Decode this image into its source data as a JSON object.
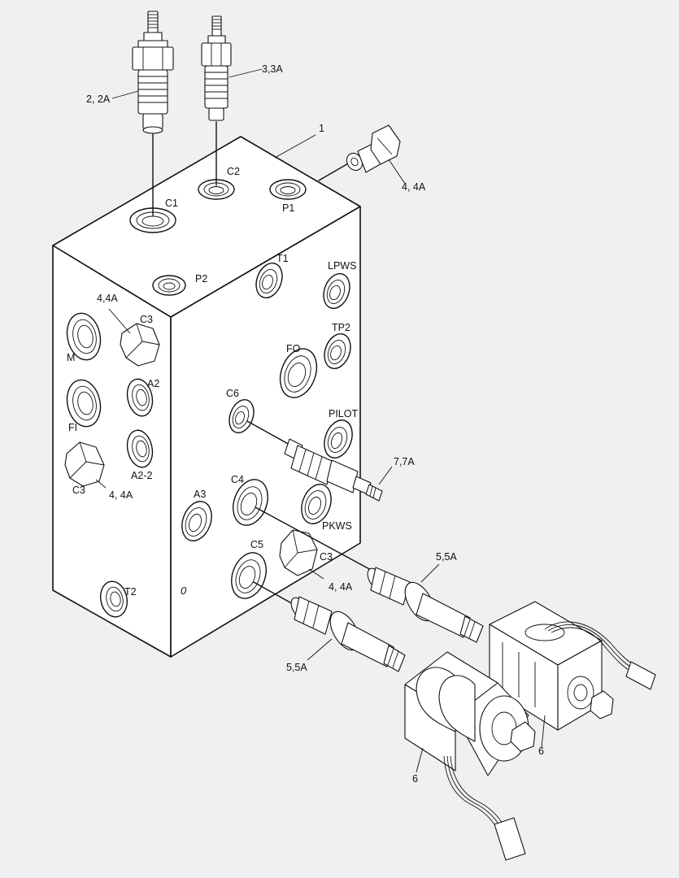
{
  "labels": {
    "l_1": "1",
    "l_2_2a": "2, 2A",
    "l_3_3a": "3,3A",
    "l_4_4a_top": "4, 4A",
    "l_c1": "C1",
    "l_c2": "C2",
    "l_p1": "P1",
    "l_p2": "P2",
    "l_t1": "T1",
    "l_lpws": "LPWS",
    "l_4_4a_left": "4,4A",
    "l_c3_top": "C3",
    "l_m": "M",
    "l_tp2": "TP2",
    "l_fo": "FO",
    "l_a2": "A2",
    "l_c6": "C6",
    "l_pilot": "PILOT",
    "l_fi": "FI",
    "l_a2_2": "A2-2",
    "l_7_7a": "7,7A",
    "l_c3_left": "C3",
    "l_4_4a_lower": "4, 4A",
    "l_c4": "C4",
    "l_a3": "A3",
    "l_pkws": "PKWS",
    "l_c5": "C5",
    "l_5_5a_top": "5,5A",
    "l_c3_mid": "C3",
    "l_4_4a_mid": "4, 4A",
    "l_t2": "T2",
    "l_zero": "0",
    "l_5_5a_bottom": "5,5A",
    "l_6_right": "6",
    "l_6_left": "6"
  }
}
